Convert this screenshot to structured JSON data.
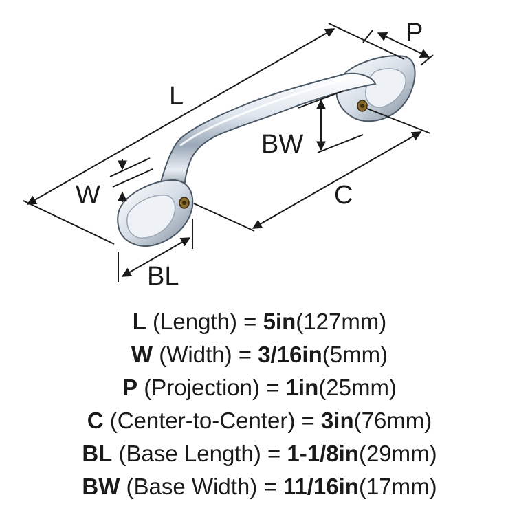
{
  "diagram": {
    "labels": {
      "L": "L",
      "P": "P",
      "BW": "BW",
      "W": "W",
      "C": "C",
      "BL": "BL"
    }
  },
  "specs": [
    {
      "symbol": "L",
      "label": " (Length) = ",
      "value": "5in",
      "metric": "(127mm)"
    },
    {
      "symbol": "W",
      "label": " (Width) = ",
      "value": "3/16in",
      "metric": "(5mm)"
    },
    {
      "symbol": "P",
      "label": " (Projection) = ",
      "value": "1in",
      "metric": "(25mm)"
    },
    {
      "symbol": "C",
      "label": " (Center-to-Center) = ",
      "value": "3in",
      "metric": "(76mm)"
    },
    {
      "symbol": "BL",
      "label": " (Base Length) = ",
      "value": "1-1/8in",
      "metric": "(29mm)"
    },
    {
      "symbol": "BW",
      "label": " (Base Width) = ",
      "value": "11/16in",
      "metric": "(17mm)"
    }
  ],
  "colors": {
    "line": "#1a1a1a",
    "chrome_light": "#f4f7fb",
    "chrome_mid": "#c9d3de",
    "chrome_dark": "#5d6b7a",
    "screw_hole": "#8a6a2a"
  }
}
